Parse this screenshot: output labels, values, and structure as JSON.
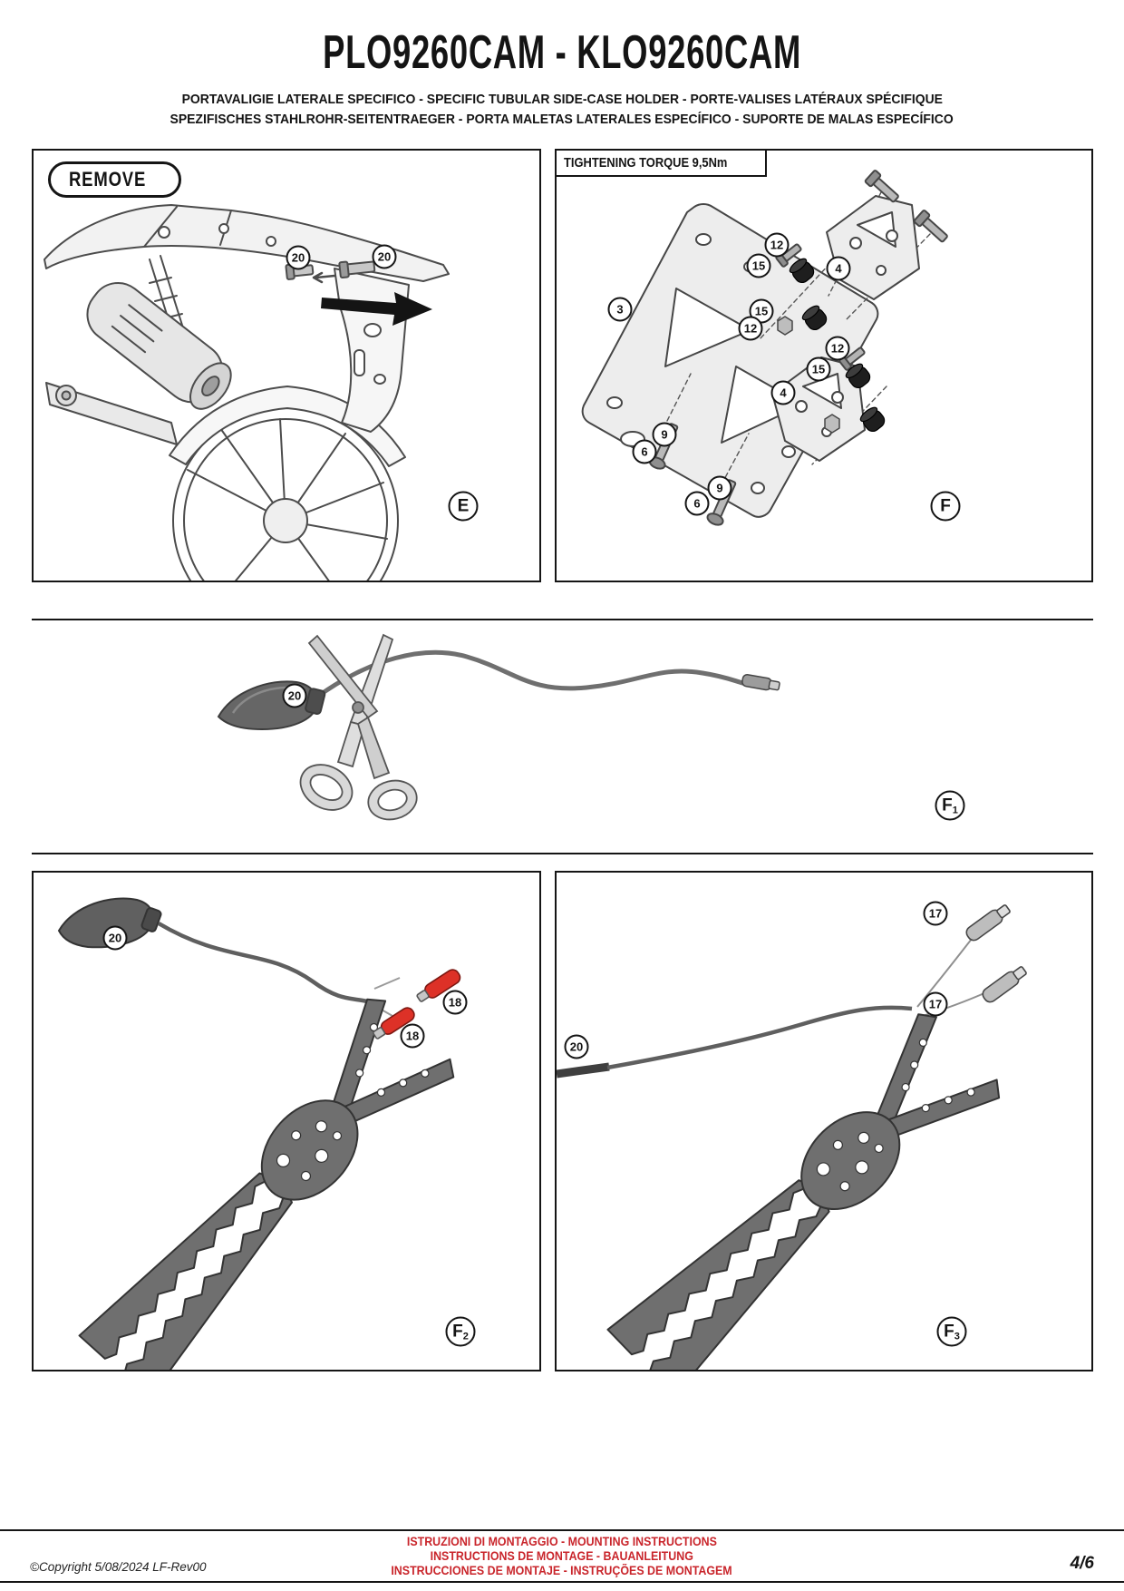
{
  "doc": {
    "title": "PLO9260CAM - KLO9260CAM",
    "subtitle1": "PORTAVALIGIE LATERALE SPECIFICO  -  SPECIFIC TUBULAR SIDE-CASE HOLDER  - PORTE-VALISES LATÉRAUX SPÉCIFIQUE",
    "subtitle2": "SPEZIFISCHES STAHLROHR-SEITENTRAEGER - PORTA MALETAS LATERALES ESPECÍFICO - SUPORTE DE MALAS ESPECÍFICO"
  },
  "panel_e": {
    "remove_label": "REMOVE",
    "figure_letter": "E",
    "figure_sub": "",
    "callouts": [
      "20",
      "20"
    ]
  },
  "panel_f": {
    "torque_label": "TIGHTENING TORQUE 9,5Nm",
    "figure_letter": "F",
    "figure_sub": "",
    "callouts": [
      "12",
      "15",
      "4",
      "3",
      "15",
      "12",
      "12",
      "15",
      "4",
      "9",
      "6",
      "9",
      "6"
    ]
  },
  "panel_f1": {
    "figure_letter": "F",
    "figure_sub": "1",
    "callouts": [
      "20"
    ]
  },
  "panel_f2": {
    "figure_letter": "F",
    "figure_sub": "2",
    "callouts": [
      "20",
      "18",
      "18"
    ]
  },
  "panel_f3": {
    "figure_letter": "F",
    "figure_sub": "3",
    "callouts": [
      "17",
      "17",
      "20"
    ]
  },
  "footer": {
    "copyright": "©Copyright 5/08/2024 LF-Rev00",
    "line1": "ISTRUZIONI DI MONTAGGIO  -  MOUNTING INSTRUCTIONS",
    "line2": "INSTRUCTIONS DE MONTAGE - BAUANLEITUNG",
    "line3": "INSTRUCCIONES DE MONTAJE - INSTRUÇÕES DE MONTAGEM",
    "page": "4/6"
  },
  "colors": {
    "accent_red": "#c9252b",
    "ink": "#151515",
    "connector_red": "#dd3127"
  }
}
